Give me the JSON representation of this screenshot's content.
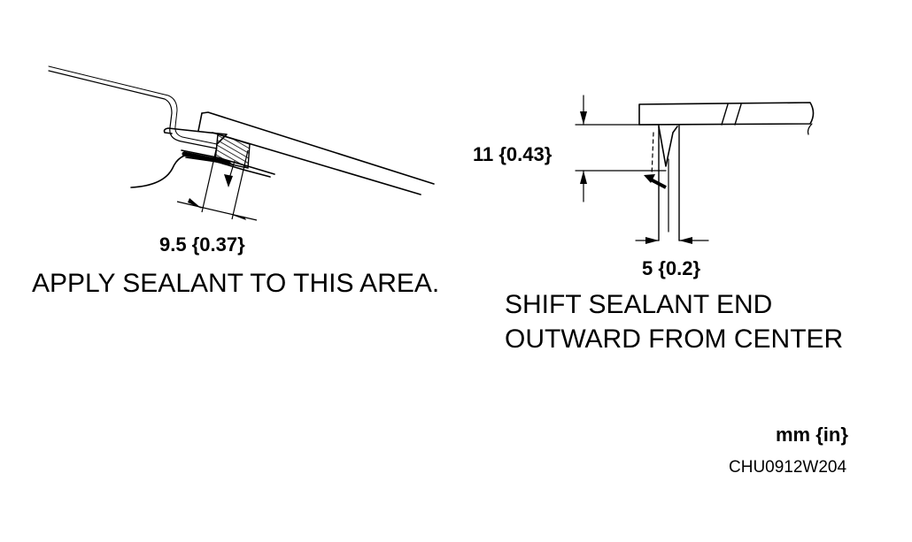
{
  "left_view": {
    "dimension_label": "9.5 {0.37}",
    "caption": "APPLY SEALANT TO THIS AREA."
  },
  "right_view": {
    "vertical_dimension_label": "11 {0.43}",
    "horizontal_dimension_label": "5 {0.2}",
    "caption_line1": "SHIFT SEALANT END",
    "caption_line2": "OUTWARD FROM CENTER"
  },
  "units_label": "mm {in}",
  "figure_code": "CHU0912W204",
  "colors": {
    "ink": "#000000",
    "paper": "#ffffff"
  }
}
